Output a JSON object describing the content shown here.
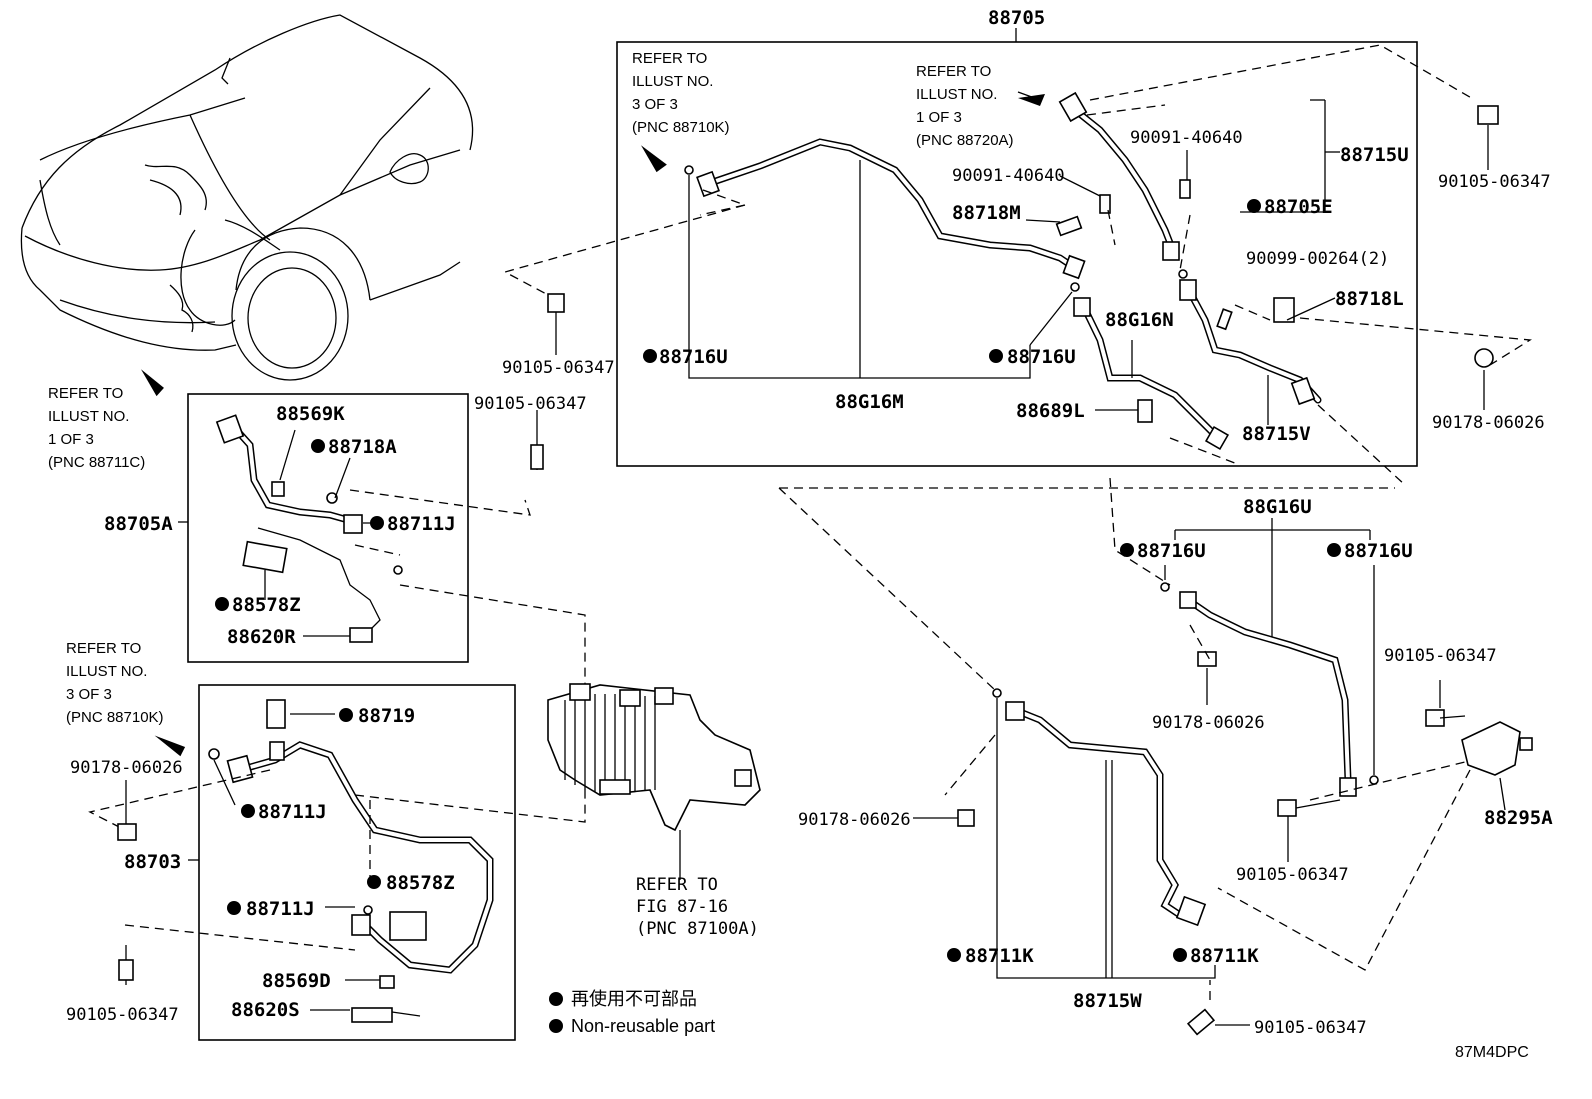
{
  "diagram_code": "87M4DPC",
  "group_labels": {
    "top_assembly": "88705",
    "hose_88705A": "88705A",
    "hose_88703": "88703",
    "pipe_88G16U": "88G16U",
    "hose_88715W": "88715W"
  },
  "references": {
    "ref_3of3_top": [
      "REFER TO",
      "ILLUST NO.",
      "3 OF 3",
      "(PNC 88710K)"
    ],
    "ref_1of3_top": [
      "REFER TO",
      "ILLUST NO.",
      "1 OF 3",
      "(PNC 88720A)"
    ],
    "ref_1of3_left": [
      "REFER TO",
      "ILLUST NO.",
      "1 OF 3",
      "(PNC 88711C)"
    ],
    "ref_3of3_left": [
      "REFER TO",
      "ILLUST NO.",
      "3 OF 3",
      "(PNC 88710K)"
    ],
    "ref_fig": [
      "REFER TO",
      "FIG 87-16",
      "(PNC 87100A)"
    ]
  },
  "parts": {
    "p88715U": "88715U",
    "p90091_a": "90091-40640",
    "p90091_b": "90091-40640",
    "p88705E": "88705E",
    "p88718M": "88718M",
    "p90099": "90099-00264(2)",
    "p88718L": "88718L",
    "p88G16N": "88G16N",
    "p88716U_1": "88716U",
    "p88716U_2": "88716U",
    "p88G16M": "88G16M",
    "p88689L": "88689L",
    "p88715V": "88715V",
    "p90105_tr": "90105-06347",
    "p90178_tr": "90178-06026",
    "p90105_mid": "90105-06347",
    "p90105_a": "90105-06347",
    "p88569K": "88569K",
    "p88718A": "88718A",
    "p88711J_1": "88711J",
    "p88578Z_1": "88578Z",
    "p88620R": "88620R",
    "p88719": "88719",
    "p90178_l": "90178-06026",
    "p88711J_2": "88711J",
    "p88578Z_2": "88578Z",
    "p88711J_3": "88711J",
    "p88569D": "88569D",
    "p88620S": "88620S",
    "p90105_bl": "90105-06347",
    "p88716U_3": "88716U",
    "p88716U_4": "88716U",
    "p90178_m": "90178-06026",
    "p90105_r": "90105-06347",
    "p88295A": "88295A",
    "p90105_rb": "90105-06347",
    "p90178_c": "90178-06026",
    "p88711K_1": "88711K",
    "p88711K_2": "88711K",
    "p90105_b": "90105-06347"
  },
  "legend": {
    "jp": "再使用不可部品",
    "en": "Non-reusable part"
  }
}
